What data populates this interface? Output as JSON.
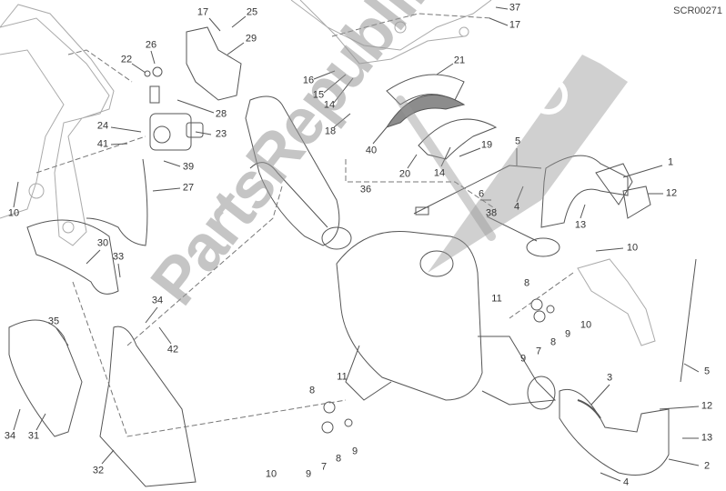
{
  "diagram": {
    "reference_code": "SCR00271",
    "watermark": "PartsRepublik",
    "callouts": [
      "17",
      "25",
      "29",
      "26",
      "22",
      "28",
      "24",
      "41",
      "23",
      "39",
      "27",
      "10",
      "16",
      "15",
      "14",
      "18",
      "30",
      "37",
      "17",
      "21",
      "40",
      "20",
      "14",
      "19",
      "5",
      "1",
      "12",
      "13",
      "4",
      "36",
      "6",
      "38",
      "10",
      "8",
      "11",
      "10",
      "9",
      "8",
      "7",
      "9",
      "5",
      "3",
      "12",
      "13",
      "2",
      "4",
      "33",
      "34",
      "35",
      "42",
      "34",
      "31",
      "32",
      "11",
      "8",
      "9",
      "8",
      "7",
      "9",
      "10"
    ]
  },
  "colors": {
    "line": "#444444",
    "watermark": "#9a9a9a",
    "shield_fill": "#8c8c8c"
  }
}
